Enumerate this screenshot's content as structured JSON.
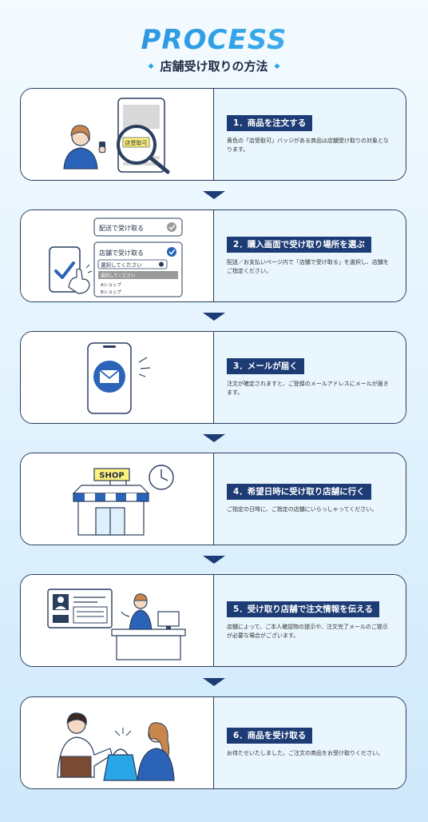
{
  "header": {
    "logo": "PROCESS",
    "subtitle": "店舗受け取りの方法"
  },
  "steps": [
    {
      "title": "1．商品を注文する",
      "desc": "黄色の「店受取可」バッジがある商品は店舗受け取りの対象となります。",
      "badge": "店受取可"
    },
    {
      "title": "2．購入画面で受け取り場所を選ぶ",
      "desc": "配送／お支払いページ内で「店舗で受け取る」を選択し、店舗をご指定ください。",
      "option_delivery": "配送で受け取る",
      "option_store": "店舗で受け取る",
      "select_placeholder": "選択してください",
      "dropdown_options": [
        "選択してください",
        "Aショップ",
        "Bショップ"
      ]
    },
    {
      "title": "3．メールが届く",
      "desc": "注文が確定されますと、ご登録のメールアドレスにメールが届きます。"
    },
    {
      "title": "4．希望日時に受け取り店舗に行く",
      "desc": "ご指定の日時に、ご指定の店舗にいらっしゃってください。",
      "shop_sign": "SHOP"
    },
    {
      "title": "5．受け取り店舗で注文情報を伝える",
      "desc": "店舗によって、ご本人確認物の提示や、注文完了メールのご提示が必要な場合がございます。"
    },
    {
      "title": "6．商品を受け取る",
      "desc": "お待たせいたしました。ご注文の商品をお受け取りください。"
    }
  ],
  "colors": {
    "navy": "#1d3b74",
    "accent_blue": "#2a86d6",
    "badge_yellow": "#fff27a"
  }
}
